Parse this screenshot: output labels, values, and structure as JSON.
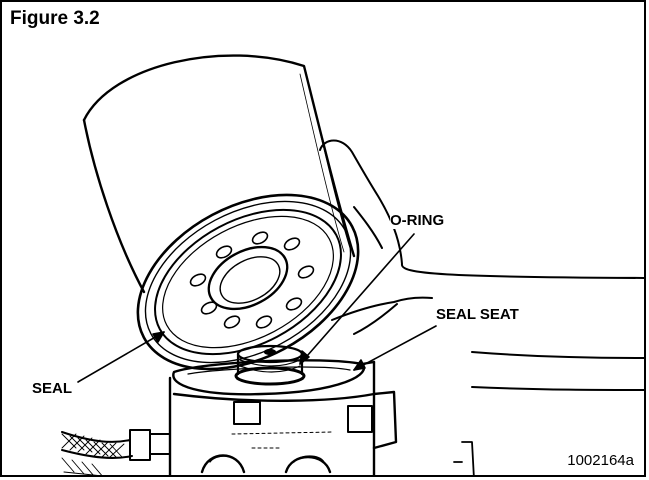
{
  "figure": {
    "title": "Figure 3.2",
    "image_code": "1002164a"
  },
  "labels": {
    "o_ring": "O-RING",
    "seal_seat": "SEAL SEAT",
    "seal": "SEAL"
  },
  "colors": {
    "ink": "#000000",
    "paper": "#ffffff"
  }
}
